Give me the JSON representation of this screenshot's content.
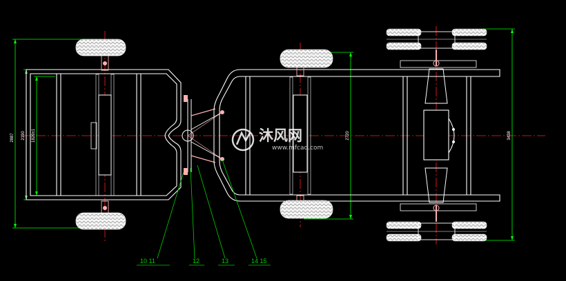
{
  "drawing": {
    "background": "#000000",
    "colors": {
      "frame": "#ffffff",
      "centerline": "#ff2020",
      "dimension": "#00ff00",
      "callout": "#00d000",
      "part": "#ffb0b0"
    },
    "dimensions": {
      "overall_height_left": "2887",
      "inner_height_1": "2190",
      "inner_height_2": "1829±1",
      "middle_height": "2720",
      "right_height": "3438"
    },
    "callouts": [
      {
        "id": "c1",
        "label": "10  11"
      },
      {
        "id": "c2",
        "label": "12"
      },
      {
        "id": "c3",
        "label": "13"
      },
      {
        "id": "c4",
        "label": "14  15"
      }
    ]
  },
  "watermark": {
    "chinese": "沐风网",
    "domain": "www.mfcad.com"
  }
}
